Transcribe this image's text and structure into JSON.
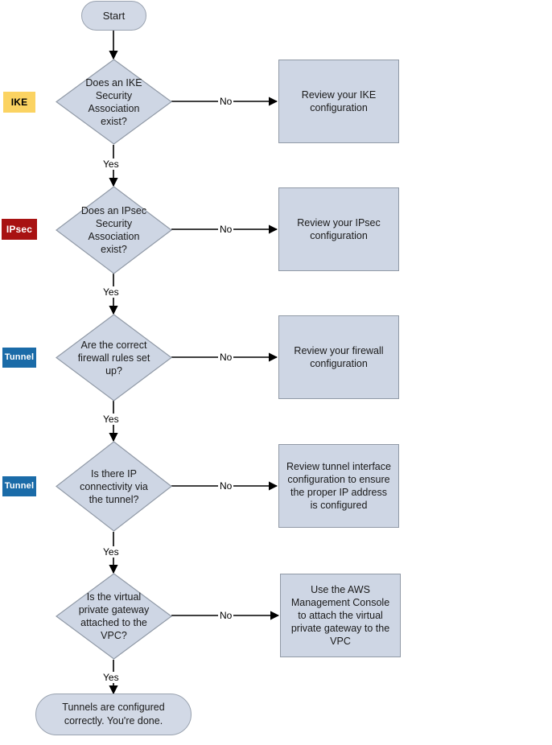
{
  "diagram": {
    "title": "VPN tunnel troubleshooting flowchart",
    "colors": {
      "node_fill": "#ced6e4",
      "node_border": "#9099a6",
      "terminator_fill": "#d2d9e6",
      "ike_label_bg": "#fbd362",
      "ike_label_fg": "#000000",
      "ipsec_label_bg": "#a81212",
      "ipsec_label_fg": "#ffffff",
      "tunnel_label_bg": "#1a6ba8",
      "tunnel_label_fg": "#ffffff",
      "edge": "#000000",
      "background": "#ffffff"
    },
    "phase_labels": [
      {
        "id": "ike",
        "text": "IKE"
      },
      {
        "id": "ipsec",
        "text": "IPsec"
      },
      {
        "id": "tunnel-1",
        "text": "Tunnel"
      },
      {
        "id": "tunnel-2",
        "text": "Tunnel"
      }
    ],
    "nodes": {
      "start": {
        "type": "terminator",
        "text": "Start"
      },
      "decision_ike": {
        "type": "decision",
        "text": "Does an IKE Security Association exist?"
      },
      "decision_ipsec": {
        "type": "decision",
        "text": "Does an IPsec Security Association exist?"
      },
      "decision_firewall": {
        "type": "decision",
        "text": "Are the correct firewall rules set up?"
      },
      "decision_ipconn": {
        "type": "decision",
        "text": "Is there IP connectivity via the tunnel?"
      },
      "decision_vgw": {
        "type": "decision",
        "text": "Is the virtual private gateway attached to the VPC?"
      },
      "action_ike": {
        "type": "process",
        "text": "Review your IKE configuration"
      },
      "action_ipsec": {
        "type": "process",
        "text": "Review your IPsec configuration"
      },
      "action_firewall": {
        "type": "process",
        "text": "Review your firewall configuration"
      },
      "action_ipconn": {
        "type": "process",
        "text": "Review tunnel interface configuration to ensure the proper IP address is configured"
      },
      "action_vgw": {
        "type": "process",
        "text": "Use the AWS Management Console to attach the virtual private gateway to the VPC"
      },
      "end": {
        "type": "terminator",
        "text": "Tunnels are configured correctly. You're done."
      }
    },
    "edge_labels": {
      "no_ike": "No",
      "no_ipsec": "No",
      "no_firewall": "No",
      "no_ipconn": "No",
      "no_vgw": "No",
      "yes_ike": "Yes",
      "yes_ipsec": "Yes",
      "yes_firewall": "Yes",
      "yes_ipconn": "Yes",
      "yes_vgw": "Yes"
    }
  }
}
